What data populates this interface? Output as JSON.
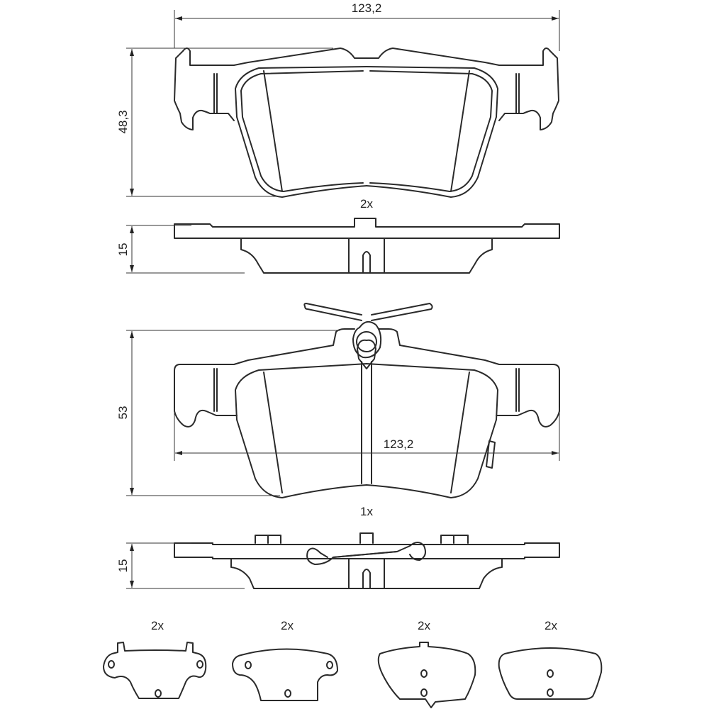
{
  "title": "Brake pad set technical drawing",
  "views": {
    "top_pad": {
      "width_label": "123,2",
      "height_label": "48,3",
      "quantity": "2x",
      "side_thickness": "15"
    },
    "bottom_pad": {
      "height_label": "53",
      "width_label": "123,2",
      "quantity": "1x",
      "side_thickness": "15"
    },
    "shims": [
      {
        "quantity": "2x"
      },
      {
        "quantity": "2x"
      },
      {
        "quantity": "2x"
      },
      {
        "quantity": "2x"
      }
    ]
  },
  "colors": {
    "line": "#2a2a2a",
    "background": "#ffffff"
  }
}
